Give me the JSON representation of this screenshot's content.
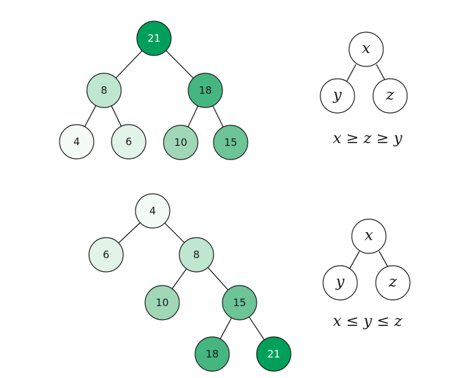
{
  "trees": [
    {
      "id": "max-heap",
      "nodes": [
        {
          "id": "a",
          "value": "21",
          "fill": "#00a05a",
          "text_color": "#ffffff"
        },
        {
          "id": "b",
          "value": "8",
          "fill": "#bfe6cf",
          "text_color": "#1a1a1a"
        },
        {
          "id": "c",
          "value": "18",
          "fill": "#45b67f",
          "text_color": "#1a1a1a"
        },
        {
          "id": "d",
          "value": "4",
          "fill": "#f4faf6",
          "text_color": "#1a1a1a"
        },
        {
          "id": "e",
          "value": "6",
          "fill": "#e2f3e8",
          "text_color": "#1a1a1a"
        },
        {
          "id": "f",
          "value": "10",
          "fill": "#9fd7b7",
          "text_color": "#1a1a1a"
        },
        {
          "id": "g",
          "value": "15",
          "fill": "#6cc497",
          "text_color": "#1a1a1a"
        }
      ],
      "edges": [
        [
          "a",
          "b"
        ],
        [
          "a",
          "c"
        ],
        [
          "b",
          "d"
        ],
        [
          "b",
          "e"
        ],
        [
          "c",
          "f"
        ],
        [
          "c",
          "g"
        ]
      ]
    },
    {
      "id": "bst",
      "nodes": [
        {
          "id": "a",
          "value": "4",
          "fill": "#f4faf6",
          "text_color": "#1a1a1a"
        },
        {
          "id": "b",
          "value": "6",
          "fill": "#e2f3e8",
          "text_color": "#1a1a1a"
        },
        {
          "id": "c",
          "value": "8",
          "fill": "#bfe6cf",
          "text_color": "#1a1a1a"
        },
        {
          "id": "d",
          "value": "10",
          "fill": "#9fd7b7",
          "text_color": "#1a1a1a"
        },
        {
          "id": "e",
          "value": "15",
          "fill": "#6cc497",
          "text_color": "#1a1a1a"
        },
        {
          "id": "f",
          "value": "18",
          "fill": "#45b67f",
          "text_color": "#1a1a1a"
        },
        {
          "id": "g",
          "value": "21",
          "fill": "#00a05a",
          "text_color": "#ffffff"
        }
      ],
      "edges": [
        [
          "a",
          "b"
        ],
        [
          "a",
          "c"
        ],
        [
          "c",
          "d"
        ],
        [
          "c",
          "e"
        ],
        [
          "e",
          "f"
        ],
        [
          "e",
          "g"
        ]
      ]
    }
  ],
  "legends": [
    {
      "id": "legend-heap",
      "root": "x",
      "left": "y",
      "right": "z",
      "formula": "x ≥ z ≥ y"
    },
    {
      "id": "legend-bst",
      "root": "x",
      "left": "y",
      "right": "z",
      "formula": "x ≤ y ≤ z"
    }
  ]
}
